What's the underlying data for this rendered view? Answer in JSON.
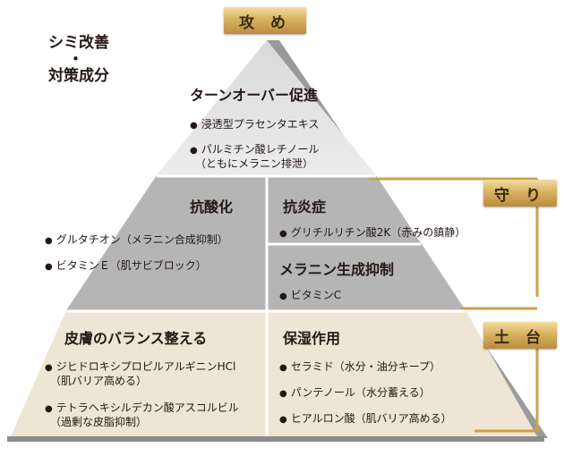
{
  "heading": {
    "line1": "シミ改善",
    "dot": "・",
    "line2": "対策成分"
  },
  "badges": {
    "attack": "攻 め",
    "defend": "守 り",
    "base": "土 台"
  },
  "top": {
    "title": "ターンオーバー促進",
    "items": [
      "浸透型プラセンタエキス",
      "パルミチン酸レチノール"
    ],
    "note": "（ともにメラニン排泄）"
  },
  "middle_left": {
    "title": "抗酸化",
    "items": [
      "グルタチオン（メラニン合成抑制）",
      "ビタミンＥ（肌サビブロック）"
    ]
  },
  "middle_right_top": {
    "title": "抗炎症",
    "items": [
      "グリチルリチン酸2K（赤みの鎮静）"
    ]
  },
  "middle_right_bottom": {
    "title": "メラニン生成抑制",
    "items": [
      "ビタミンC"
    ]
  },
  "bottom_left": {
    "title": "皮膚のバランス整える",
    "item1": "ジヒドロキシプロピルアルギニンHCl",
    "item1_note": "（肌バリア高める）",
    "item2": "テトラヘキシルデカン酸アスコルビル",
    "item2_note": "（過剰な皮脂抑制）"
  },
  "bottom_right": {
    "title": "保湿作用",
    "items": [
      "セラミド（水分・油分キープ）",
      "パンテノール（水分蓄える）",
      "ヒアルロン酸（肌バリア高める）"
    ]
  },
  "colors": {
    "gold": "#c9a24a",
    "top_tier": "#e6e6e6",
    "middle_tier": "#b5b5b5",
    "bottom_tier": "#efe5d4",
    "edge": "#8c8c8c"
  }
}
